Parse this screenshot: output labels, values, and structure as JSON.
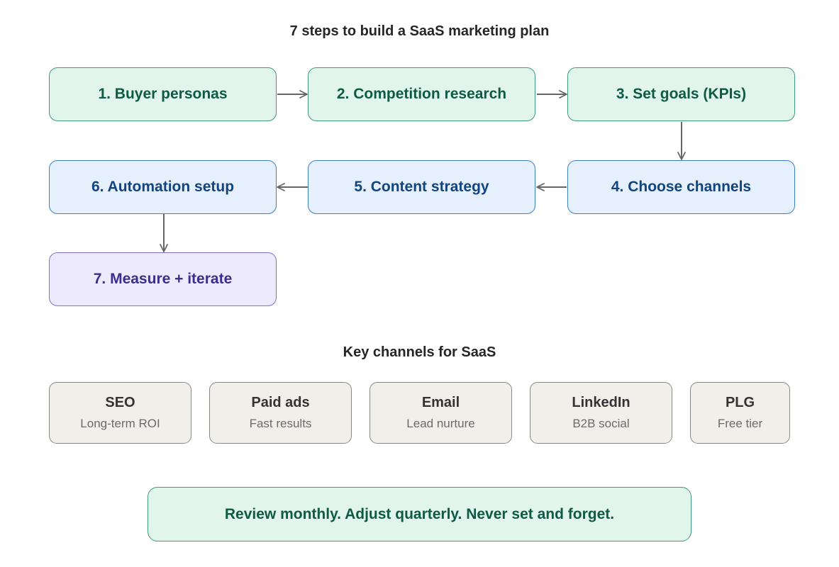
{
  "title": "7 steps to build a SaaS marketing plan",
  "steps": [
    {
      "label": "1. Buyer personas",
      "color": "#e1f5ec"
    },
    {
      "label": "2. Competition research",
      "color": "#e1f5ec"
    },
    {
      "label": "3. Set goals (KPIs)",
      "color": "#e1f5ec"
    },
    {
      "label": "4. Choose channels",
      "color": "#e5f0fc"
    },
    {
      "label": "5. Content strategy",
      "color": "#e5f0fc"
    },
    {
      "label": "6. Automation setup",
      "color": "#e5f0fc"
    },
    {
      "label": "7. Measure + iterate",
      "color": "#eceafc"
    }
  ],
  "channels_title": "Key channels for SaaS",
  "channels": [
    {
      "name": "SEO",
      "desc": "Long-term ROI"
    },
    {
      "name": "Paid ads",
      "desc": "Fast results"
    },
    {
      "name": "Email",
      "desc": "Lead nurture"
    },
    {
      "name": "LinkedIn",
      "desc": "B2B social"
    },
    {
      "name": "PLG",
      "desc": "Free tier"
    }
  ],
  "footer_note": "Review monthly. Adjust quarterly. Never set and forget.",
  "colors": {
    "green_fill": "#e1f5ec",
    "green_text": "#0f5a44",
    "blue_fill": "#e5f0fc",
    "blue_text": "#12447e",
    "purple_fill": "#eceafc",
    "purple_text": "#3b2f8e",
    "channel_fill": "#f1efea",
    "arrow": "#666666"
  }
}
